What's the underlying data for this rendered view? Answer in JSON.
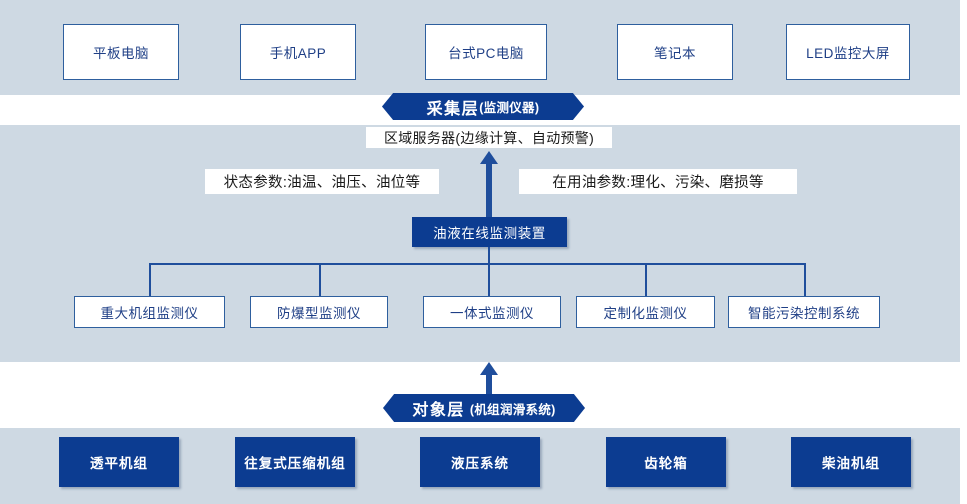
{
  "colors": {
    "band_bg": "#ced9e3",
    "deep_blue": "#0c3c91",
    "line_blue": "#1f4e9c",
    "box_border": "#2e5f9e",
    "box_text": "#1f3f86",
    "page_bg": "#ffffff"
  },
  "layers": {
    "application": {
      "name": "application-layer",
      "boxes": [
        {
          "label": "平板电脑"
        },
        {
          "label": "手机APP"
        },
        {
          "label": "台式PC电脑"
        },
        {
          "label": "笔记本"
        },
        {
          "label": "LED监控大屏"
        }
      ]
    },
    "collection": {
      "banner_title": "采集层",
      "banner_subtitle": "(监测仪器)",
      "server_label": "区域服务器(边缘计算、自动预警)",
      "param_left": "状态参数:油温、油压、油位等",
      "param_right": "在用油参数:理化、污染、磨损等",
      "device_label": "油液在线监测装置",
      "instruments": [
        {
          "label": "重大机组监测仪"
        },
        {
          "label": "防爆型监测仪"
        },
        {
          "label": "一体式监测仪"
        },
        {
          "label": "定制化监测仪"
        },
        {
          "label": "智能污染控制系统"
        }
      ]
    },
    "object": {
      "banner_title": "对象层",
      "banner_subtitle": "(机组润滑系统)",
      "boxes": [
        {
          "label": "透平机组"
        },
        {
          "label": "往复式压缩机组"
        },
        {
          "label": "液压系统"
        },
        {
          "label": "齿轮箱"
        },
        {
          "label": "柴油机组"
        }
      ]
    }
  }
}
